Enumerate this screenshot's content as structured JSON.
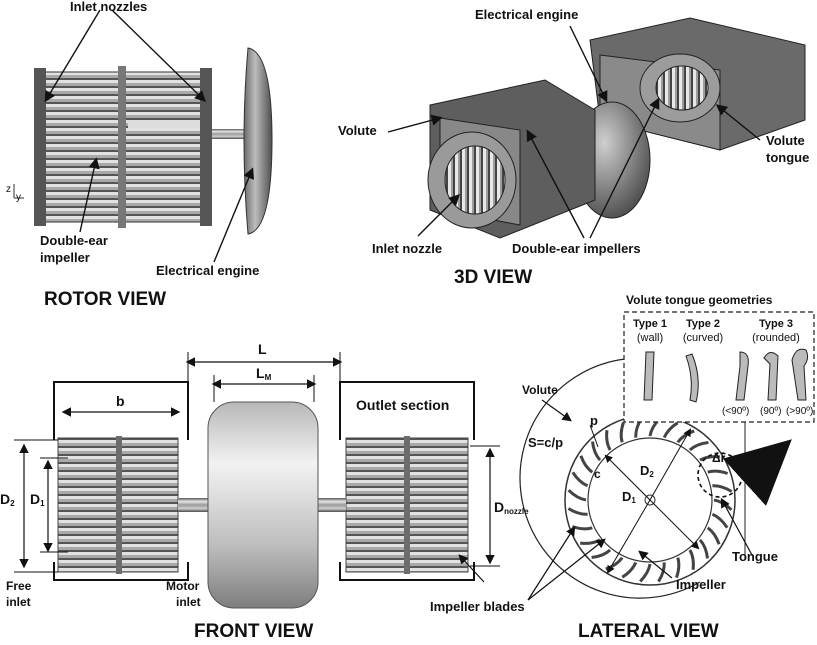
{
  "rotor": {
    "title": "ROTOR VIEW",
    "inlet_nozzles": "Inlet nozzles",
    "double_ear_impeller_1": "Double-ear",
    "double_ear_impeller_2": "impeller",
    "electrical_engine": "Electrical engine",
    "axis_z": "z",
    "axis_y": "y"
  },
  "view3d": {
    "title": "3D VIEW",
    "electrical_engine": "Electrical engine",
    "volute": "Volute",
    "volute_tongue_1": "Volute",
    "volute_tongue_2": "tongue",
    "inlet_nozzle": "Inlet nozzle",
    "double_ear_impellers": "Double-ear impellers"
  },
  "front": {
    "title": "FRONT VIEW",
    "L": "L",
    "LM": "L",
    "LM_sub": "M",
    "b": "b",
    "outlet_section": "Outlet section",
    "D2": "D",
    "D2_sub": "2",
    "D1": "D",
    "D1_sub": "1",
    "Dnozzle": "D",
    "Dnozzle_sub": "nozzle",
    "free_inlet_1": "Free",
    "free_inlet_2": "inlet",
    "motor_inlet_1": "Motor",
    "motor_inlet_2": "inlet",
    "impeller_blades": "Impeller blades"
  },
  "lateral": {
    "title": "LATERAL VIEW",
    "volute": "Volute",
    "p": "p",
    "s_eq": "S=c/p",
    "c": "c",
    "D2": "D",
    "D2_sub": "2",
    "D1": "D",
    "D1_sub": "1",
    "delta_r": "Δr",
    "tongue": "Tongue",
    "impeller": "Impeller"
  },
  "tongue_geometries": {
    "title": "Volute tongue geometries",
    "type1": "Type 1",
    "type1_desc": "(wall)",
    "type2": "Type 2",
    "type2_desc": "(curved)",
    "type3": "Type 3",
    "type3_desc": "(rounded)",
    "angle_lt": "(<90º)",
    "angle_eq": "(90º)",
    "angle_gt": "(>90º)"
  }
}
